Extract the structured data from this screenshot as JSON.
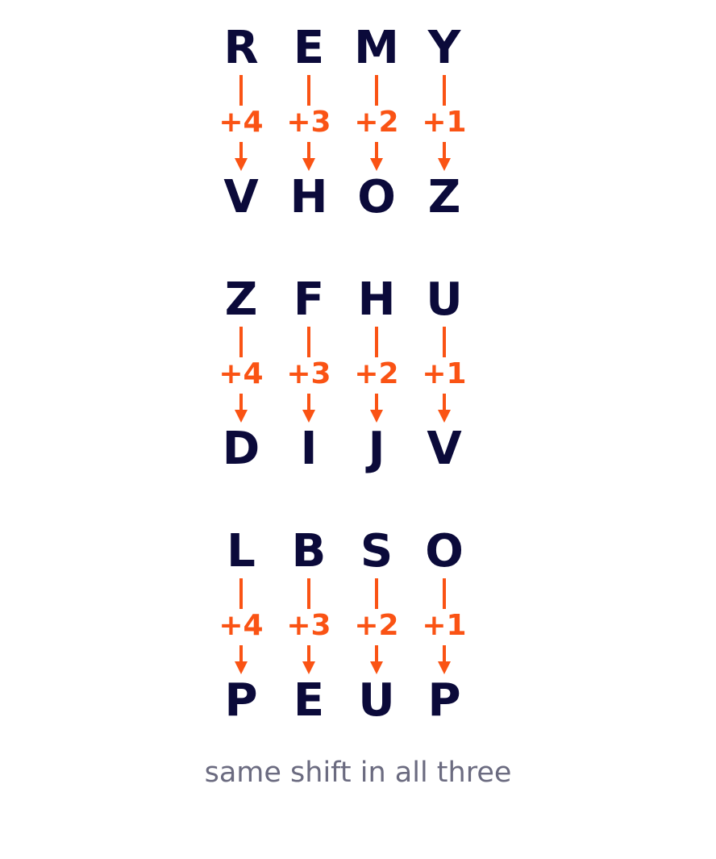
{
  "colors": {
    "letter": "#0b0a3a",
    "shift": "#fa5314",
    "caption": "#6b6b80"
  },
  "groups": [
    {
      "input": [
        "R",
        "E",
        "M",
        "Y"
      ],
      "shifts": [
        "+4",
        "+3",
        "+2",
        "+1"
      ],
      "output": [
        "V",
        "H",
        "O",
        "Z"
      ]
    },
    {
      "input": [
        "Z",
        "F",
        "H",
        "U"
      ],
      "shifts": [
        "+4",
        "+3",
        "+2",
        "+1"
      ],
      "output": [
        "D",
        "I",
        "J",
        "V"
      ]
    },
    {
      "input": [
        "L",
        "B",
        "S",
        "O"
      ],
      "shifts": [
        "+4",
        "+3",
        "+2",
        "+1"
      ],
      "output": [
        "P",
        "E",
        "U",
        "P"
      ]
    }
  ],
  "caption": "same shift in all three"
}
